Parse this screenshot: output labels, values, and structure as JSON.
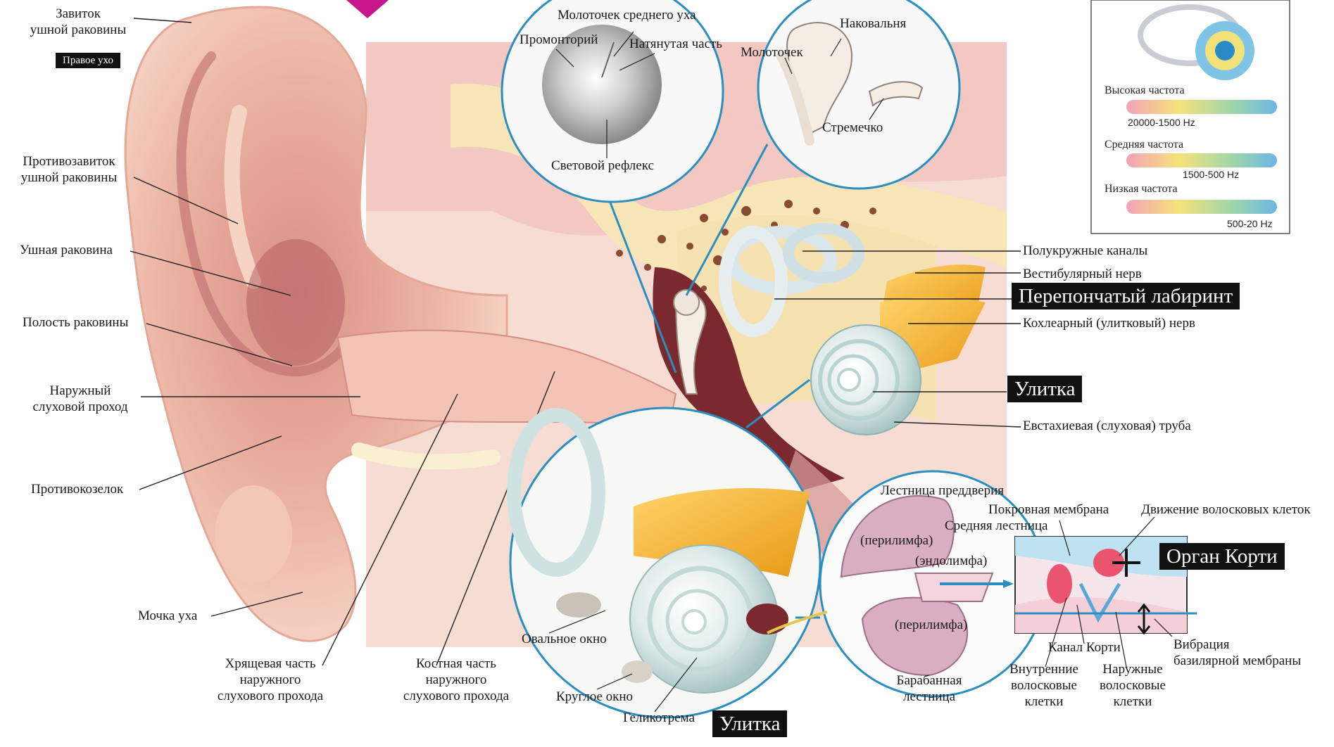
{
  "side_badge": "Правое ухо",
  "outer_labels": {
    "helix": "Завиток\nушной раковины",
    "antihelix": "Противозавиток\nушной раковины",
    "auricle": "Ушная раковина",
    "concha": "Полость раковины",
    "external_canal": "Наружный\nслуховой проход",
    "antitragus": "Противокозелок",
    "lobule": "Мочка уха",
    "cartilaginous_part": "Хрящевая часть\nнаружного\nслухового прохода",
    "bony_part": "Костная часть\nнаружного\nслухового прохода"
  },
  "eardrum_inset": {
    "malleus_mid": "Молоточек среднего уха",
    "promontory": "Промонторий",
    "pars_tensa": "Натянутая часть",
    "light_reflex": "Световой рефлекс"
  },
  "ossicles_inset": {
    "incus": "Наковальня",
    "malleus": "Молоточек",
    "stapes": "Стремечко"
  },
  "inner_labels": {
    "semicircular": "Полукружные каналы",
    "vestibular_nerve": "Вестибулярный нерв",
    "cochlear_nerve": "Кохлеарный (улитковый) нерв",
    "eustachian": "Евстахиевая (слуховая) труба"
  },
  "boxes": {
    "membranous_labyrinth": "Перепончатый лабиринт",
    "cochlea_top": "Улитка",
    "cochlea_bottom": "Улитка",
    "organ_corti": "Орган Корти"
  },
  "cochlea_inset": {
    "oval_window": "Овальное окно",
    "round_window": "Круглое окно",
    "helicotrema": "Геликотрема"
  },
  "section_inset": {
    "scala_vestibuli": "Лестница преддверия",
    "perilymph_top": "(перилимфа)",
    "scala_media": "Средняя лестница",
    "endolymph": "(эндолимфа)",
    "perilymph_bottom": "(перилимфа)",
    "scala_tympani": "Барабанная\nлестница"
  },
  "corti_labels": {
    "tectorial": "Покровная мембрана",
    "hair_motion": "Движение волосковых клеток",
    "corti_canal": "Канал Корти",
    "inner_hair": "Внутренние\nволосковые\nклетки",
    "outer_hair": "Наружные\nволосковые\nклетки",
    "basilar_vibration": "Вибрация\nбазилярной мембраны"
  },
  "frequency_panel": {
    "high": {
      "label": "Высокая частота",
      "range": "20000-1500 Hz"
    },
    "mid": {
      "label": "Средняя частота",
      "range": "1500-500 Hz"
    },
    "low": {
      "label": "Низкая частота",
      "range": "500-20 Hz"
    }
  },
  "colors": {
    "skin": "#f2c6b4",
    "skin_dark": "#c97b72",
    "bone": "#f7e6b8",
    "nerve": "#f2b530",
    "inset_ring": "#2a8fc0",
    "cochlea": "#e8f0ee",
    "accent_magenta": "#c8168c"
  }
}
